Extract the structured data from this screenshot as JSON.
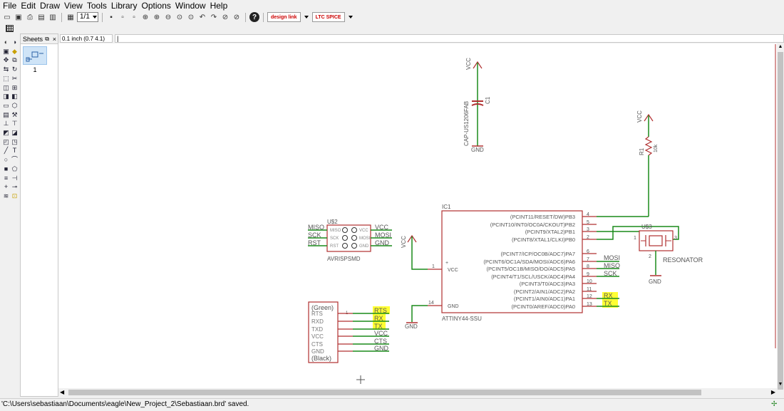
{
  "menu": [
    "File",
    "Edit",
    "Draw",
    "View",
    "Tools",
    "Library",
    "Options",
    "Window",
    "Help"
  ],
  "toolbar": {
    "sheet_select": "1/1",
    "logo_design_link": "design link",
    "logo_ltspice": "LTC SPICE"
  },
  "sheets_panel": {
    "title": "Sheets",
    "sheet_number": "1"
  },
  "command": {
    "coordinates": "0.1 inch (0.7 4.1)",
    "input": "|"
  },
  "status": {
    "message": "'C:\\Users\\sebastiaan\\Documents\\eagle\\New_Project_2\\Sebastiaan.brd' saved."
  },
  "schematic": {
    "capacitor": {
      "vcc": "VCC",
      "value": "CAP-US1206FAB",
      "name": "C1",
      "gnd": "GND"
    },
    "resistor": {
      "vcc": "VCC",
      "name": "R1",
      "value": "10k"
    },
    "ic": {
      "name": "IC1",
      "part": "ATTINY44-SSU",
      "pins_right": [
        {
          "label": "(PCINT11/RESET/DW)PB3",
          "num": "4"
        },
        {
          "label": "(PCINT10/INT0/OC0A/CKOUT)PB2",
          "num": "5"
        },
        {
          "label": "(PCINT9/XTAL2)PB1",
          "num": "3"
        },
        {
          "label": "(PCINT8/XTAL1/CLKI)PB0",
          "num": "2"
        },
        {
          "label": "(PCINT7/ICP/OC0B/ADC7)PA7",
          "num": "6"
        },
        {
          "label": "(PCINT6/OC1A/SDA/MOSI/ADC6)PA6",
          "num": "7"
        },
        {
          "label": "(PCINT5/OC1B/MISO/DO/ADC5)PA5",
          "num": "8"
        },
        {
          "label": "(PCINT4/T1/SCL/USCK/ADC4)PA4",
          "num": "9"
        },
        {
          "label": "(PCINT3/T0/ADC3)PA3",
          "num": "10"
        },
        {
          "label": "(PCINT2/AIN1/ADC2)PA2",
          "num": "11"
        },
        {
          "label": "(PCINT1/AIN0/ADC1)PA1",
          "num": "12"
        },
        {
          "label": "(PCINT0/AREF/ADC0)PA0",
          "num": "13"
        }
      ],
      "vcc_label": "VCC",
      "vcc_pin": "1",
      "gnd_label": "GND",
      "gnd_pin": "14",
      "net_vcc": "VCC",
      "net_gnd": "GND",
      "net_mosi": "MOSI",
      "net_miso": "MISO",
      "net_sck": "SCK",
      "net_rx": "RX",
      "net_tx": "TX"
    },
    "resonator": {
      "name": "U$3",
      "label": "RESONATOR",
      "pin1": "1",
      "pin3": "3",
      "pin2": "2",
      "gnd": "GND"
    },
    "avrisp": {
      "name": "U$2",
      "part": "AVRISPSMD",
      "left_nets": [
        "MISO",
        "SCK",
        "RST"
      ],
      "left_pins": [
        "MISO",
        "SCK",
        "RST"
      ],
      "right_pins": [
        "VCC",
        "MOSI",
        "GND"
      ],
      "right_nets": [
        "VCC",
        "MOSI",
        "GND"
      ]
    },
    "ftdi": {
      "top": "(Green)",
      "bottom": "(Black)",
      "pins": [
        "RTS",
        "RXD",
        "TXD",
        "VCC",
        "CTS",
        "GND"
      ],
      "nets": [
        "RTS",
        "RX",
        "TX",
        "VCC",
        "CTS",
        "GND"
      ],
      "num": "1"
    },
    "colors": {
      "symbol": "#b03030",
      "wire": "#1a8a1a",
      "text": "#555555",
      "highlight": "#ffff33"
    }
  }
}
